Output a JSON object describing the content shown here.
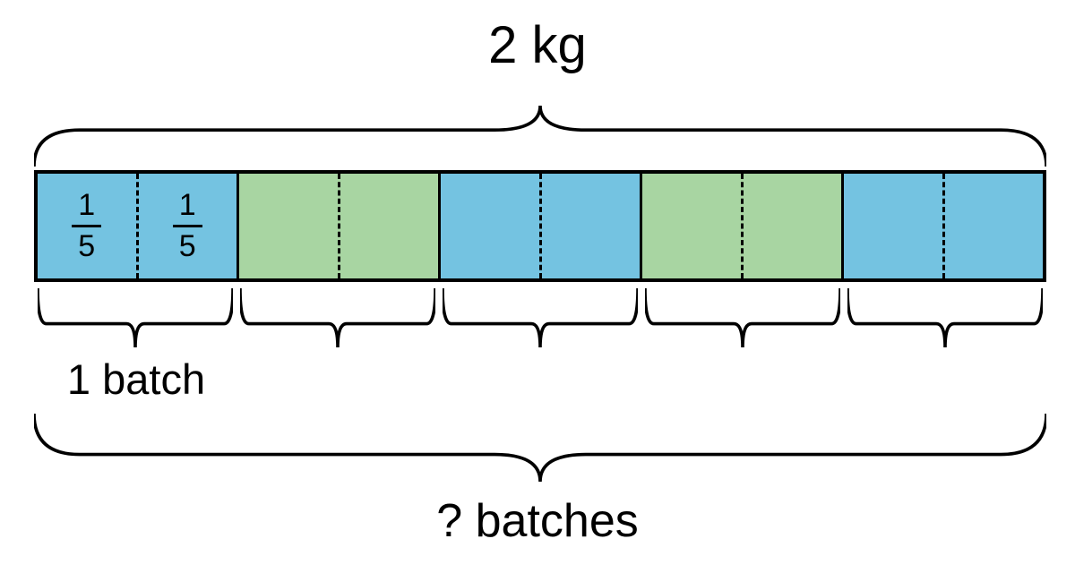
{
  "diagram": {
    "total_label": "2 kg",
    "batch_label": "1 batch",
    "question_label": "? batches",
    "fraction": {
      "numerator": "1",
      "denominator": "5"
    }
  },
  "colors": {
    "blue": "#74c3e1",
    "green": "#a8d5a2",
    "stroke": "#000000"
  },
  "bar": {
    "groups": 5,
    "cells_per_group": 2,
    "cells": [
      {
        "color": "blue",
        "fraction": true
      },
      {
        "color": "blue",
        "fraction": true
      },
      {
        "color": "green",
        "fraction": false
      },
      {
        "color": "green",
        "fraction": false
      },
      {
        "color": "blue",
        "fraction": false
      },
      {
        "color": "blue",
        "fraction": false
      },
      {
        "color": "green",
        "fraction": false
      },
      {
        "color": "green",
        "fraction": false
      },
      {
        "color": "blue",
        "fraction": false
      },
      {
        "color": "blue",
        "fraction": false
      }
    ]
  }
}
